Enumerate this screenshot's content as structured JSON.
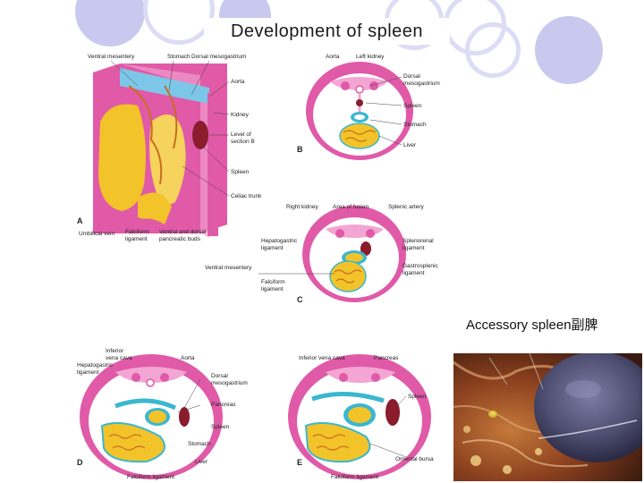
{
  "title": "Development of spleen",
  "accessory_label": "Accessory spleen副脾",
  "figure": {
    "panel_a": {
      "letter": "A",
      "top_labels": [
        "Ventral mesentery",
        "Stomach",
        "Dorsal mesogastrium"
      ],
      "side_labels": [
        "Aorta",
        "Kidney",
        "Level of",
        "section B",
        "Spleen",
        "Celiac trunk"
      ],
      "bottom_labels": [
        "Umbilical vein",
        "Falciform",
        "ligament",
        "Ventral and dorsal",
        "pancreatic buds"
      ]
    },
    "panel_b": {
      "letter": "B",
      "labels": [
        "Aorta",
        "Left kidney",
        "Dorsal",
        "mesogastrium",
        "Spleen",
        "Stomach",
        "Liver"
      ]
    },
    "panel_c": {
      "letter": "C",
      "labels": [
        "Right kidney",
        "Area of fusion",
        "Splenic artery",
        "Hepatogastric",
        "ligament",
        "Splenorenal",
        "ligament",
        "Ventral mesentery",
        "Gastrosplenic",
        "ligament",
        "Falciform",
        "ligament"
      ]
    },
    "panel_d": {
      "letter": "D",
      "labels": [
        "Inferior",
        "vena cava",
        "Hepatogastric",
        "ligament",
        "Aorta",
        "Dorsal",
        "mesogastrium",
        "Pancreas",
        "Spleen",
        "Stomach",
        "Liver",
        "Falciform ligament"
      ]
    },
    "panel_e": {
      "letter": "E",
      "labels": [
        "Inferior vena cava",
        "Pancreas",
        "Spleen",
        "Omental bursa",
        "Falciform ligament"
      ]
    }
  },
  "colors": {
    "pink": "#e05aa8",
    "light_pink": "#f3a6d3",
    "yellow": "#f3c32a",
    "teal": "#3bb7cf",
    "dark_red": "#8b1c2c",
    "orange_brown": "#c96d1e",
    "deco_circle": "#c9c9ef"
  }
}
